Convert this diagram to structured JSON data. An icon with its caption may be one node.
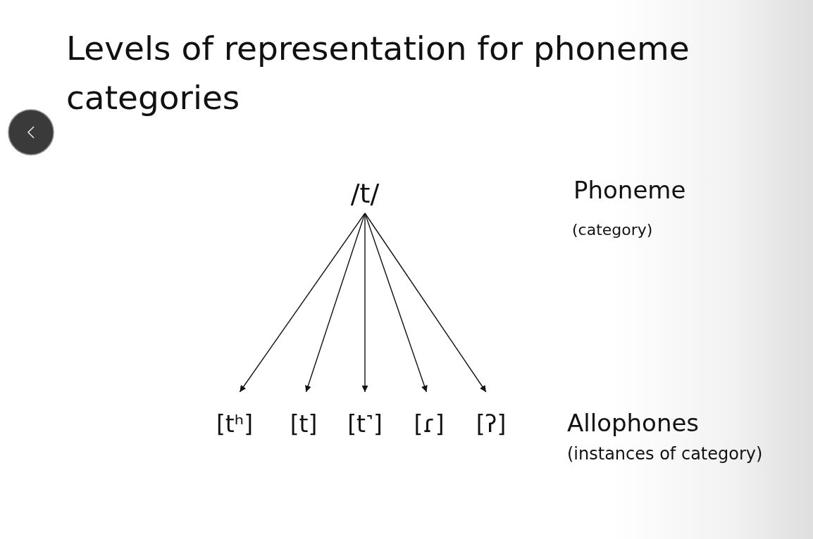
{
  "diagram": {
    "title": "Levels of representation for phoneme categories",
    "nodes": [
      {
        "text": [
          "/t/"
        ]
      },
      {
        "text": [
          "[tʰ]"
        ]
      },
      {
        "text": [
          "[t]"
        ]
      },
      {
        "text": [
          "[t˺]"
        ]
      },
      {
        "text": [
          "[ɾ]"
        ]
      },
      {
        "text": [
          "[ʔ]"
        ]
      }
    ],
    "edges": [
      {
        "from": 0,
        "to": 1,
        "arrow": "to"
      },
      {
        "from": 0,
        "to": 2,
        "arrow": "to"
      },
      {
        "from": 0,
        "to": 3,
        "arrow": "to"
      },
      {
        "from": 0,
        "to": 4,
        "arrow": "to"
      },
      {
        "from": 0,
        "to": 5,
        "arrow": "to"
      }
    ],
    "labels": [
      "Phoneme",
      "(category)",
      "Allophones",
      "(instances of category)"
    ]
  }
}
